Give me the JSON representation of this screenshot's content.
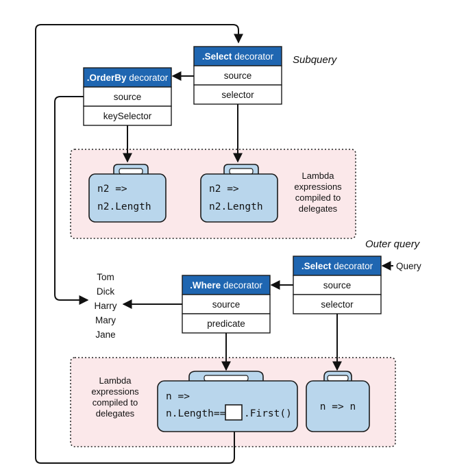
{
  "colors": {
    "header": "#1f66b1",
    "panel": "#fbe8ea",
    "bag": "#b9d6ec",
    "bag_stroke": "#1a1a1a",
    "line": "#111111"
  },
  "subquery": {
    "label": "Subquery",
    "select": {
      "name": ".Select",
      "suffix": " decorator",
      "rows": [
        "source",
        "selector"
      ]
    },
    "orderby": {
      "name": ".OrderBy",
      "suffix": " decorator",
      "rows": [
        "source",
        "keySelector"
      ]
    },
    "lambda_left": [
      "n2 =>",
      "n2.Length"
    ],
    "lambda_right": [
      "n2 =>",
      "n2.Length"
    ],
    "note": [
      "Lambda",
      "expressions",
      "compiled to",
      "delegates"
    ]
  },
  "outer": {
    "label": "Outer query",
    "select": {
      "name": ".Select",
      "suffix": " decorator",
      "rows": [
        "source",
        "selector"
      ]
    },
    "where": {
      "name": ".Where",
      "suffix": " decorator",
      "rows": [
        "source",
        "predicate"
      ]
    },
    "query_label": "Query",
    "names": [
      "Tom",
      "Dick",
      "Harry",
      "Mary",
      "Jane"
    ],
    "note": [
      "Lambda",
      "expressions",
      "compiled to",
      "delegates"
    ],
    "lambda_where": [
      "n =>",
      "n.Length==",
      ".First()"
    ],
    "lambda_select": "n => n"
  }
}
